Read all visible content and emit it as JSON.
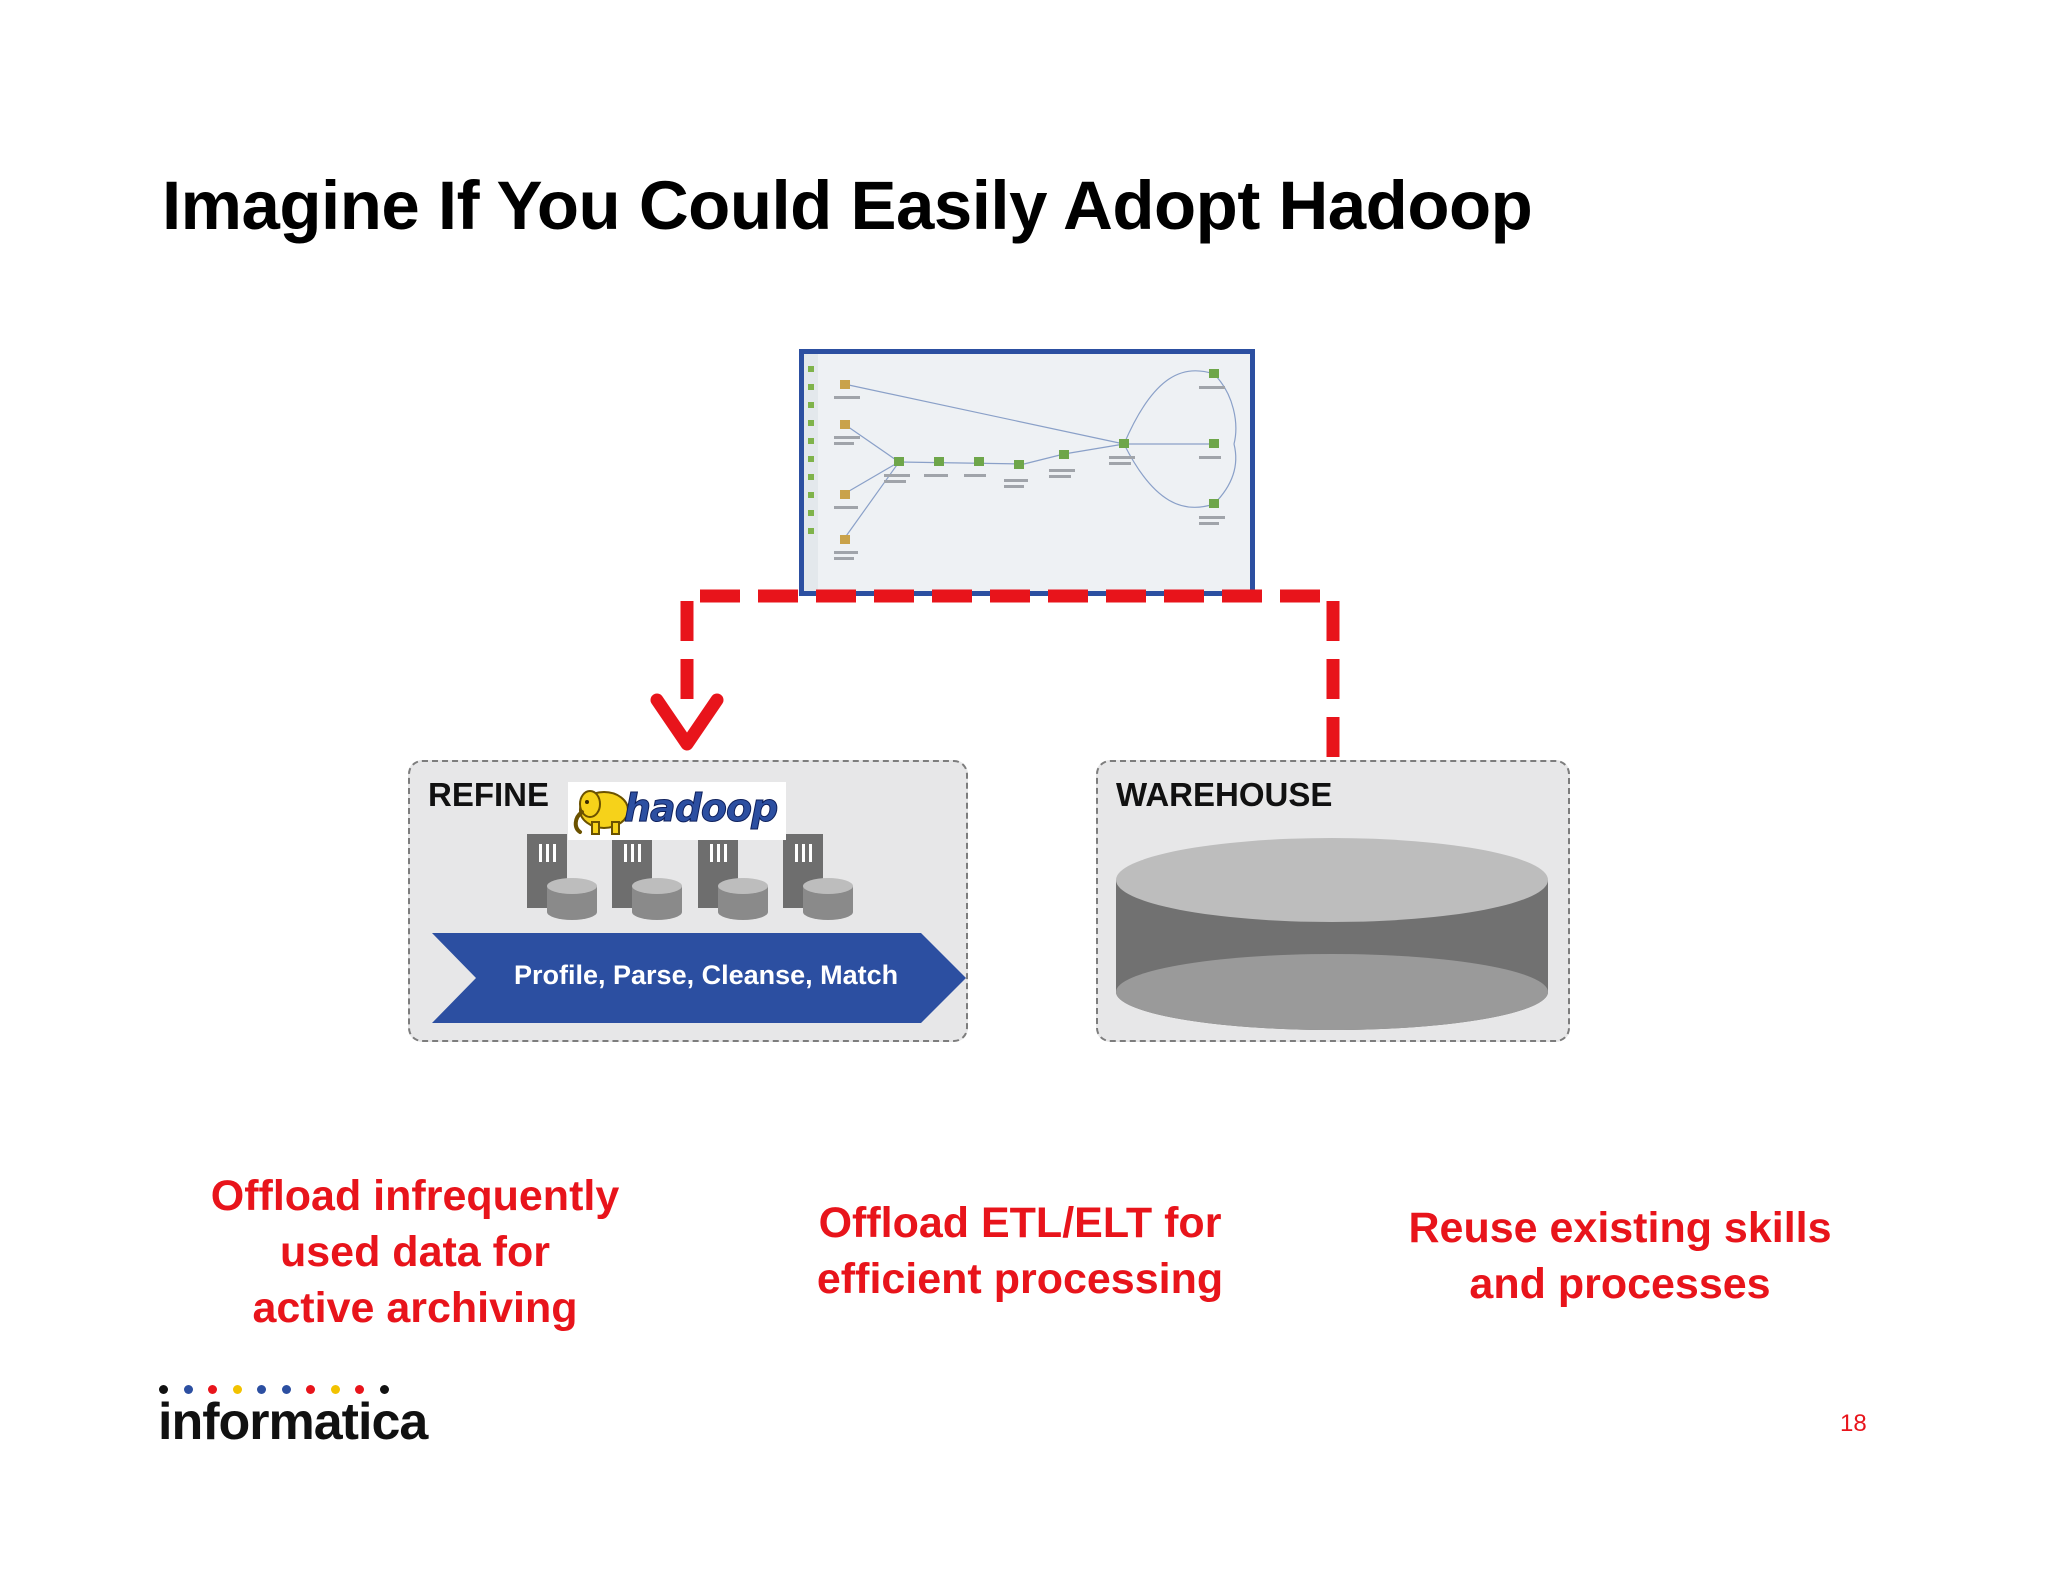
{
  "title": "Imagine If You Could Easily Adopt Hadoop",
  "refine": {
    "label": "REFINE",
    "logo_text": "hadoop",
    "process": "Profile, Parse, Cleanse, Match"
  },
  "warehouse": {
    "label": "WAREHOUSE"
  },
  "callouts": [
    "Offload infrequently\nused data for\nactive archiving",
    "Offload ETL/ELT for\nefficient processing",
    "Reuse existing skills\nand processes"
  ],
  "footer": {
    "brand": "informatica",
    "dot_colors": [
      "#111111",
      "#2c4fa1",
      "#e8141b",
      "#f2c200",
      "#2c4fa1",
      "#2c4fa1",
      "#e8141b",
      "#f2c200",
      "#e8141b",
      "#111111"
    ],
    "page_number": "18"
  },
  "colors": {
    "accent_red": "#e8141b",
    "accent_blue": "#2c4fa1"
  }
}
